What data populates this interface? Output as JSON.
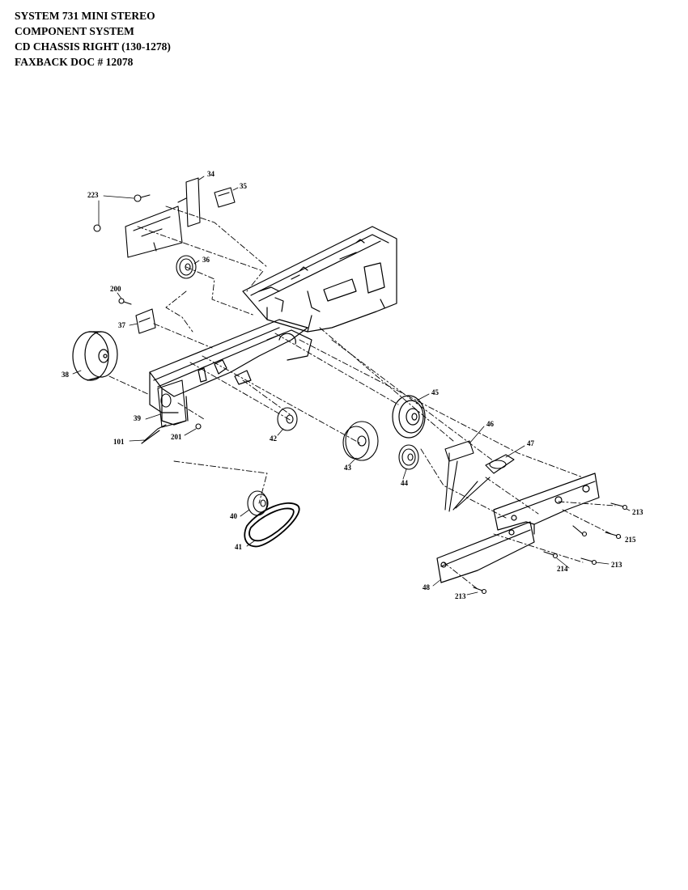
{
  "header": {
    "line1": "SYSTEM 731 MINI STEREO",
    "line2": "COMPONENT SYSTEM",
    "line3": "CD CHASSIS RIGHT  (130-1278)",
    "line4": "FAXBACK DOC # 12078"
  },
  "callouts": {
    "p223": "223",
    "p34": "34",
    "p35": "35",
    "p36": "36",
    "p200": "200",
    "p37": "37",
    "p38": "38",
    "p39": "39",
    "p101": "101",
    "p201": "201",
    "p42": "42",
    "p43": "43",
    "p44": "44",
    "p45": "45",
    "p46": "46",
    "p47": "47",
    "p40": "40",
    "p41": "41",
    "p213a": "213",
    "p215": "215",
    "p213b": "213",
    "p214": "214",
    "p48": "48",
    "p213c": "213"
  }
}
